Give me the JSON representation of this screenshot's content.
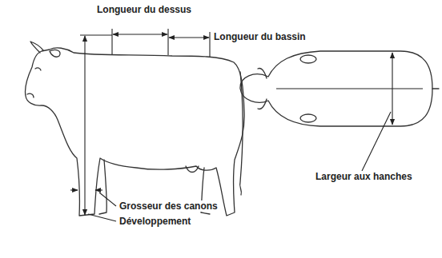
{
  "diagram": {
    "labels": [
      "Longueur du dessus",
      "Longueur du bassin",
      "Grosseur des canons",
      "Développement",
      "Largeur aux hanches"
    ]
  }
}
